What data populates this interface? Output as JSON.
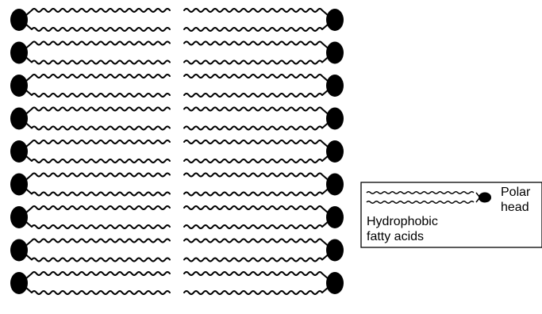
{
  "diagram": {
    "kind": "lipid bilayer",
    "molecule_rows": 9,
    "tails_per_molecule": 2,
    "colors": {
      "ink": "#000000",
      "background": "#ffffff"
    }
  },
  "legend": {
    "head_label_line1": "Polar",
    "head_label_line2": "head",
    "tail_label_line1": "Hydrophobic",
    "tail_label_line2": "fatty acids"
  }
}
